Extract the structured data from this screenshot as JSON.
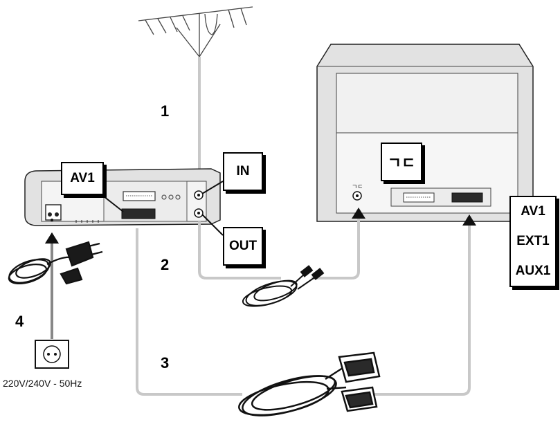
{
  "labels": {
    "vcr_scart": "AV1",
    "antenna_in": "IN",
    "antenna_out": "OUT",
    "tv_antenna_symbol": "ㄱㄷ",
    "tv_scart": [
      "AV1",
      "EXT1",
      "AUX1"
    ]
  },
  "steps": [
    "1",
    "2",
    "3",
    "4"
  ],
  "power": {
    "voltage": "220V/240V - 50Hz"
  },
  "colors": {
    "cable": "#c8c8c8",
    "device_body": "#e2e2e2",
    "outline": "#111111"
  },
  "icons": [
    "antenna-icon",
    "mains-plug-icon",
    "power-socket-icon",
    "coax-cable-icon",
    "scart-cable-icon",
    "arrow-up-icon"
  ]
}
